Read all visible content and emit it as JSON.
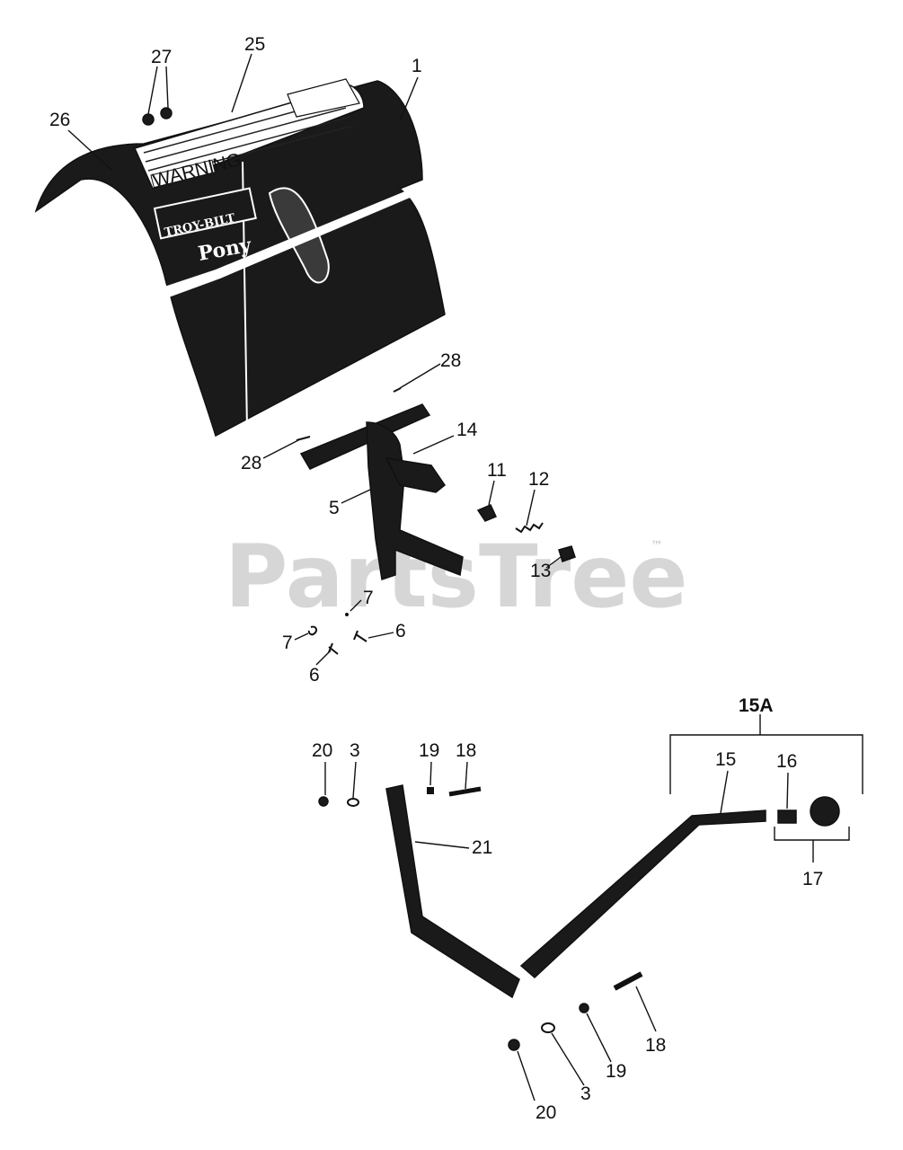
{
  "diagram": {
    "watermark": "PartsTree",
    "watermark_tm": "™",
    "decal": {
      "brand": "TROY-BILT",
      "model": "Pony",
      "warning": "WARNING"
    },
    "callouts": {
      "c1": "1",
      "c25": "25",
      "c26": "26",
      "c27": "27",
      "c28a": "28",
      "c28b": "28",
      "c14": "14",
      "c5": "5",
      "c11": "11",
      "c12": "12",
      "c13": "13",
      "c7a": "7",
      "c7b": "7",
      "c6a": "6",
      "c6b": "6",
      "c15a": "15A",
      "c15": "15",
      "c16": "16",
      "c17": "17",
      "c20a": "20",
      "c3a": "3",
      "c19a": "19",
      "c18a": "18",
      "c21": "21",
      "c18b": "18",
      "c19b": "19",
      "c3b": "3",
      "c20b": "20"
    }
  }
}
